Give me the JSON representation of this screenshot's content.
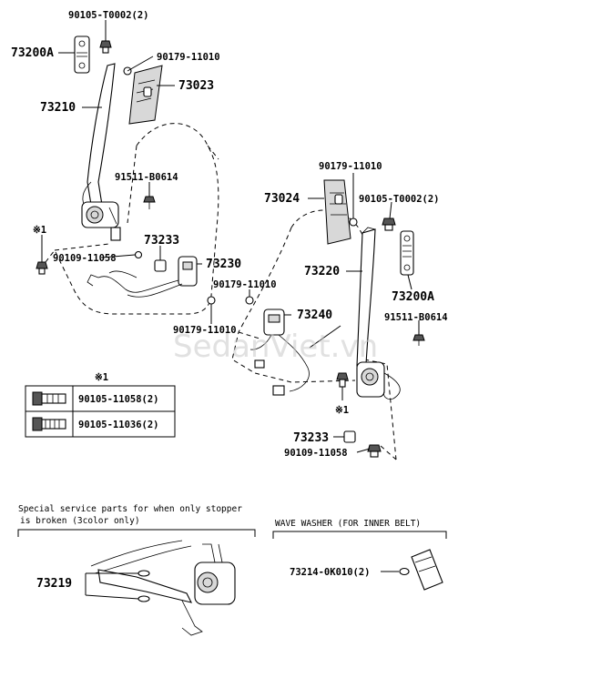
{
  "labels": {
    "p73200A_top": "73200A",
    "p90105_top": "90105-T0002(2)",
    "p90179_top": "90179-11010",
    "p73023": "73023",
    "p73210": "73210",
    "p91511_left": "91511-B0614",
    "star1_left": "※1",
    "p90109_left": "90109-11058",
    "p73233_left": "73233",
    "p73230": "73230",
    "p90179_left_low": "90179-11010",
    "p90179_right_top": "90179-11010",
    "p73024": "73024",
    "p90105_right": "90105-T0002(2)",
    "p73220": "73220",
    "p73200A_right": "73200A",
    "p90179_mid": "90179-11010",
    "p73240": "73240",
    "p91511_right": "91511-B0614",
    "star1_right": "※1",
    "p73233_right": "73233",
    "p90109_right": "90109-11058",
    "p73219": "73219",
    "p73214": "73214-0K010(2)"
  },
  "table": {
    "header": "※1",
    "rows": [
      {
        "part": "90105-11058(2)",
        "icon": "bolt-short-icon"
      },
      {
        "part": "90105-11036(2)",
        "icon": "bolt-long-icon"
      }
    ]
  },
  "notes": {
    "special_line1": "Special service parts for when only stopper",
    "special_line2": "is broken (3color only)",
    "wave_washer": "WAVE WASHER (FOR INNER BELT)"
  },
  "watermark": "SedanViet.vn"
}
